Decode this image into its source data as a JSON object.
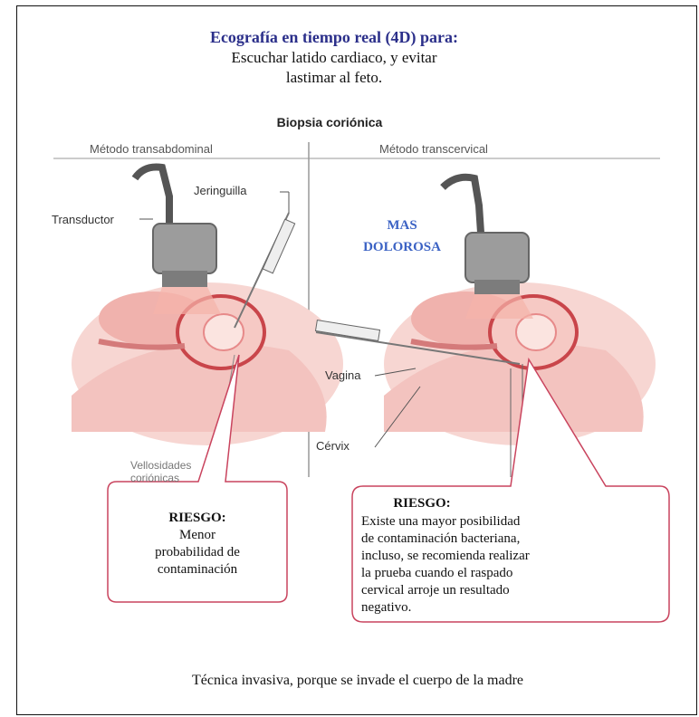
{
  "header": {
    "title_line1": "Ecografía en tiempo real (4D) para:",
    "title_line2": "Escuchar latido cardiaco, y evitar",
    "title_line3": "lastimar al feto."
  },
  "diagram": {
    "title": "Biopsia coriónica",
    "left_method": "Método transabdominal",
    "right_method": "Método transcervical",
    "labels": {
      "transductor": "Transductor",
      "jeringuilla": "Jeringuilla",
      "vagina": "Vagina",
      "cervix": "Cérvix",
      "vellosidades_line1": "Vellosidades",
      "vellosidades_line2": "coriónicas"
    },
    "mas_dolorosa_line1": "MAS",
    "mas_dolorosa_line2": "DOLOROSA"
  },
  "risk_left": {
    "title": "RIESGO:",
    "line1": "Menor",
    "line2": "probabilidad de",
    "line3": "contaminación"
  },
  "risk_right": {
    "title": "RIESGO:",
    "line1": "Existe una mayor posibilidad",
    "line2": "de contaminación bacteriana,",
    "line3": "incluso, se recomienda realizar",
    "line4": "la prueba cuando el raspado",
    "line5": "cervical arroje un resultado",
    "line6": "negativo."
  },
  "footer": {
    "text": "Técnica invasiva, porque se invade el cuerpo de la madre"
  },
  "colors": {
    "title_blue": "#2b2f8a",
    "mas_blue": "#3b62c4",
    "callout_border": "#c9445e",
    "tissue_pink": "#f2b8b8",
    "uterus_red": "#d9534f"
  }
}
